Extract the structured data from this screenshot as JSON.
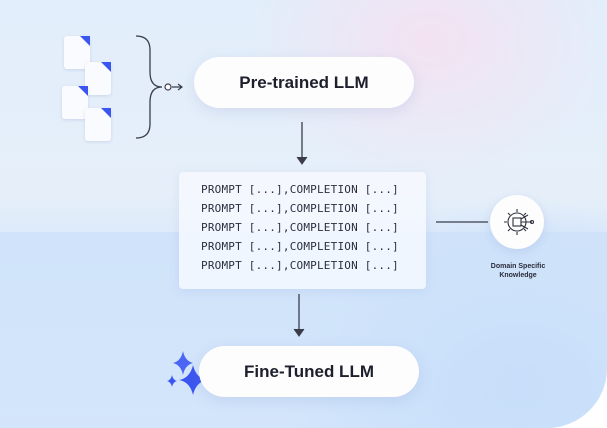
{
  "nodes": {
    "pretrained": {
      "label": "Pre-trained LLM"
    },
    "finetuned": {
      "label": "Fine-Tuned LLM"
    },
    "knowledge": {
      "label_line1": "Domain Specific",
      "label_line2": "Knowledge",
      "icon": "gear-circuit-icon"
    }
  },
  "dataset": {
    "lines": [
      "PROMPT [...],COMPLETION [...]",
      "PROMPT [...],COMPLETION [...]",
      "PROMPT [...],COMPLETION [...]",
      "PROMPT [...],COMPLETION [...]",
      "PROMPT [...],COMPLETION [...]"
    ]
  },
  "icons": {
    "documents": "document-icon",
    "sparkle": "sparkle-icon"
  },
  "colors": {
    "accent": "#3b55f0",
    "text": "#1d1f2c",
    "connector": "#3a3c4a"
  }
}
